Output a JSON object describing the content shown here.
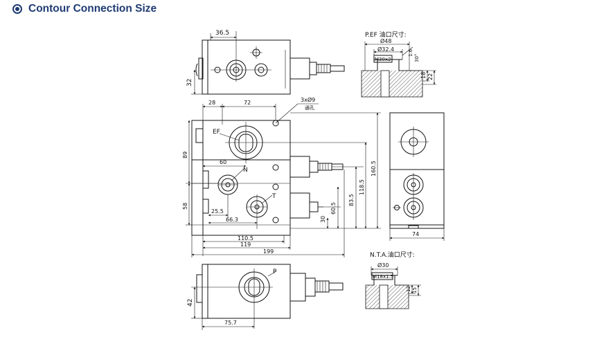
{
  "section": {
    "title": "Contour Connection Size",
    "icon": "radio-selected-icon"
  },
  "drawing": {
    "top_view": {
      "dim_width": "36.5",
      "dim_height": "32"
    },
    "pef_detail": {
      "title": "P.EF 油口尺寸:",
      "d1": "Ø48",
      "d2": "Ø32.4",
      "thread": "M30x2",
      "angle": "30°",
      "depth_small": "1.6",
      "depth1": "18",
      "depth2": "22"
    },
    "front_view": {
      "d28": "28",
      "d72": "72",
      "holes": "3xØ9",
      "holes_sub": "通孔",
      "label_ef": "EF",
      "label_n": "N",
      "label_t": "T",
      "d89": "89",
      "d58": "58",
      "d60": "60",
      "d255": "25.5",
      "d663": "66.3",
      "d1105": "110.5",
      "d119": "119",
      "d199": "199",
      "d30": "30",
      "d605": "60.5",
      "d835": "83.5",
      "d1185": "118.5",
      "d1605": "160.5"
    },
    "side_view": {
      "dim_width": "74"
    },
    "nta_detail": {
      "title": "N.T.A.油口尺寸:",
      "d1": "Ø30",
      "thread": "M18x1.5",
      "depth1": "12",
      "depth2": "15"
    },
    "bottom_view": {
      "label_p": "P",
      "dim_height": "42",
      "dim_width": "75.7"
    }
  }
}
